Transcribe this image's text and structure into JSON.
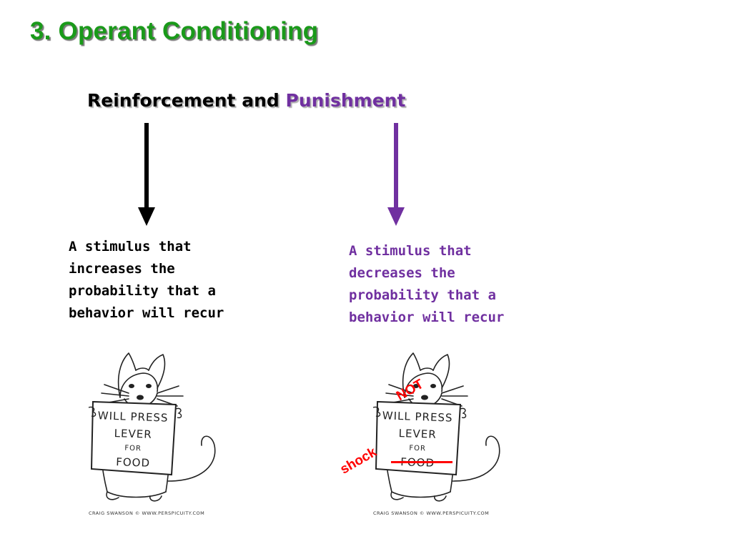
{
  "slide": {
    "title": "3. Operant Conditioning",
    "subtitle": {
      "reinforcement": "Reinforcement",
      "and": "and",
      "punishment": "Punishment"
    }
  },
  "reinforcement_definition": {
    "lines": [
      "A stimulus that",
      "increases the",
      "probability that a",
      "behavior will recur"
    ]
  },
  "punishment_definition": {
    "lines": [
      "A stimulus that",
      "decreases the",
      "probability that a",
      "behavior will recur"
    ]
  },
  "rat_sign": {
    "line1": "WILL PRESS",
    "line2": "LEVER",
    "line3": "FOR",
    "line4": "FOOD",
    "credit": "CRAIG SWANSON © WWW.PERSPICUITY.COM"
  },
  "annotations": {
    "not": "NOT",
    "shock": "shock"
  },
  "colors": {
    "title": "#1a9a1a",
    "punishment": "#7030a0",
    "annotation": "#ff0000"
  }
}
